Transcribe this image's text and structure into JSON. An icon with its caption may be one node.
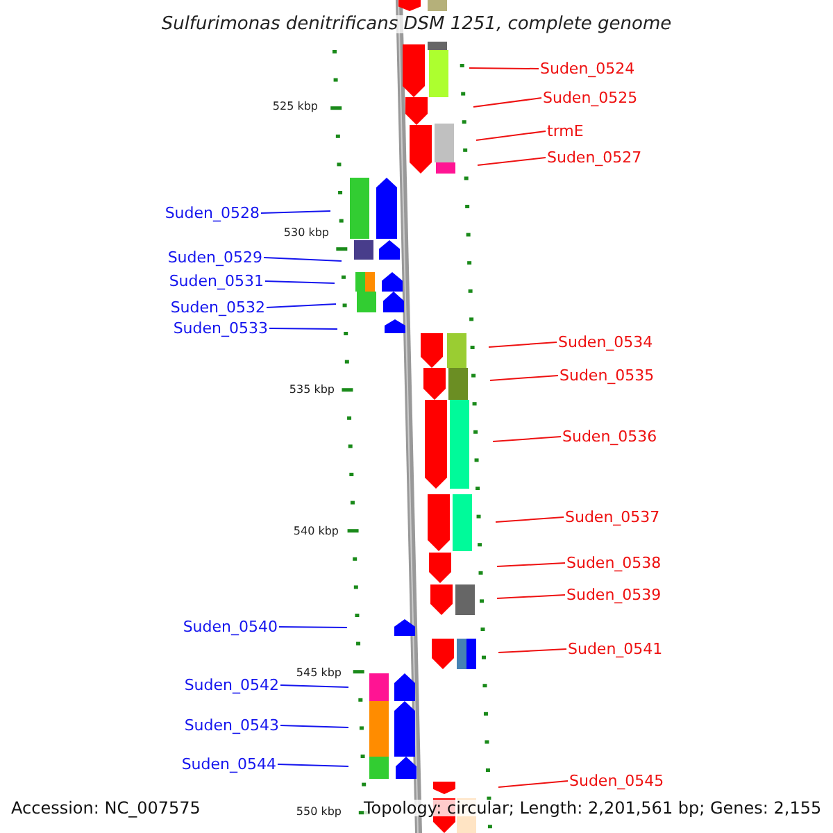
{
  "diagram": {
    "title": "Sulfurimonas denitrificans DSM 1251, complete genome",
    "nodes": [
      {
        "text": [
          "Suden_0524"
        ]
      },
      {
        "text": [
          "Suden_0525"
        ]
      },
      {
        "text": [
          "trmE"
        ]
      },
      {
        "text": [
          "Suden_0527"
        ]
      },
      {
        "text": [
          "Suden_0528"
        ]
      },
      {
        "text": [
          "Suden_0529"
        ]
      },
      {
        "text": [
          "Suden_0531"
        ]
      },
      {
        "text": [
          "Suden_0532"
        ]
      },
      {
        "text": [
          "Suden_0533"
        ]
      },
      {
        "text": [
          "Suden_0534"
        ]
      },
      {
        "text": [
          "Suden_0535"
        ]
      },
      {
        "text": [
          "Suden_0536"
        ]
      },
      {
        "text": [
          "Suden_0537"
        ]
      },
      {
        "text": [
          "Suden_0538"
        ]
      },
      {
        "text": [
          "Suden_0539"
        ]
      },
      {
        "text": [
          "Suden_0540"
        ]
      },
      {
        "text": [
          "Suden_0541"
        ]
      },
      {
        "text": [
          "Suden_0542"
        ]
      },
      {
        "text": [
          "Suden_0543"
        ]
      },
      {
        "text": [
          "Suden_0544"
        ]
      },
      {
        "text": [
          "Suden_0545"
        ]
      }
    ],
    "edges": [
      {
        "from": 0,
        "to": null,
        "arrow": "none"
      },
      {
        "from": 1,
        "to": null,
        "arrow": "none"
      },
      {
        "from": 2,
        "to": null,
        "arrow": "none"
      },
      {
        "from": 3,
        "to": null,
        "arrow": "none"
      },
      {
        "from": 4,
        "to": null,
        "arrow": "none",
        "color": "#1515ee"
      },
      {
        "from": 5,
        "to": null,
        "arrow": "none",
        "color": "#1515ee"
      },
      {
        "from": 6,
        "to": null,
        "arrow": "none",
        "color": "#1515ee"
      },
      {
        "from": 7,
        "to": null,
        "arrow": "none",
        "color": "#1515ee"
      },
      {
        "from": 8,
        "to": null,
        "arrow": "none",
        "color": "#1515ee"
      },
      {
        "from": 9,
        "to": null,
        "arrow": "none"
      },
      {
        "from": 10,
        "to": null,
        "arrow": "none"
      },
      {
        "from": 11,
        "to": null,
        "arrow": "none"
      },
      {
        "from": 12,
        "to": null,
        "arrow": "none"
      },
      {
        "from": 13,
        "to": null,
        "arrow": "none"
      },
      {
        "from": 14,
        "to": null,
        "arrow": "none"
      },
      {
        "from": 15,
        "to": null,
        "arrow": "none",
        "color": "#1515ee"
      },
      {
        "from": 16,
        "to": null,
        "arrow": "none"
      },
      {
        "from": 17,
        "to": null,
        "arrow": "none",
        "color": "#1515ee"
      },
      {
        "from": 18,
        "to": null,
        "arrow": "none",
        "color": "#1515ee"
      },
      {
        "from": 19,
        "to": null,
        "arrow": "none",
        "color": "#1515ee"
      },
      {
        "from": 20,
        "to": null,
        "arrow": "none"
      }
    ],
    "labels": [
      "525 kbp",
      "530 kbp",
      "535 kbp",
      "540 kbp",
      "545 kbp",
      "Accession: NC_007575",
      "Topology: circular; Length: 2,201,561 bp; Genes: 2,155",
      "550 kbp"
    ]
  }
}
